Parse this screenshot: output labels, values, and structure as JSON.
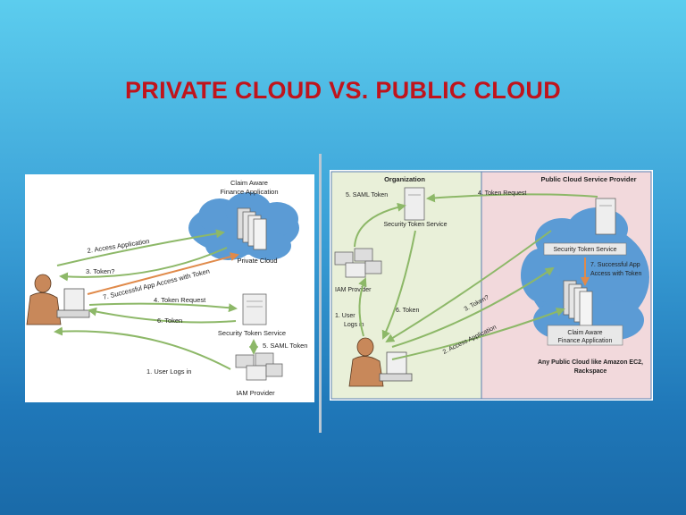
{
  "slide": {
    "title": "PRIVATE CLOUD VS. PUBLIC CLOUD"
  },
  "colors": {
    "title": "#c0141c",
    "arrow_green": "#8db868",
    "arrow_orange": "#e08a4a",
    "cloud": "#5b9bd5",
    "org_bg": "#e9f0d9",
    "provider_bg": "#f2d9dc"
  },
  "left": {
    "app_label_1": "Claim Aware",
    "app_label_2": "Finance Application",
    "private_cloud": "Private Cloud",
    "access_application": "2. Access Application",
    "token_q": "3. Token?",
    "successful": "7. Successful App Access with Token",
    "token_request": "4. Token Request",
    "token": "6. Token",
    "sts": "Security Token Service",
    "saml_token": "5. SAML Token",
    "user_logs_in": "1. User Logs in",
    "iam_provider": "IAM Provider"
  },
  "right": {
    "organization": "Organization",
    "provider": "Public Cloud Service Provider",
    "saml_token": "5. SAML Token",
    "token_request": "4. Token Request",
    "sts_org": "Security Token Service",
    "sts_cloud": "Security Token Service",
    "iam_provider": "IAM Provider",
    "user_logs_1": "1.   User",
    "user_logs_2": "Logs in",
    "token": "6. Token",
    "token_q": "3. Token?",
    "access_application": "2. Access Application",
    "successful_1": "7. Successful App",
    "successful_2": "Access with Token",
    "app_1": "Claim Aware",
    "app_2": "Finance Application",
    "public_cloud_1": "Any Public Cloud like Amazon EC2,",
    "public_cloud_2": "Rackspace"
  }
}
